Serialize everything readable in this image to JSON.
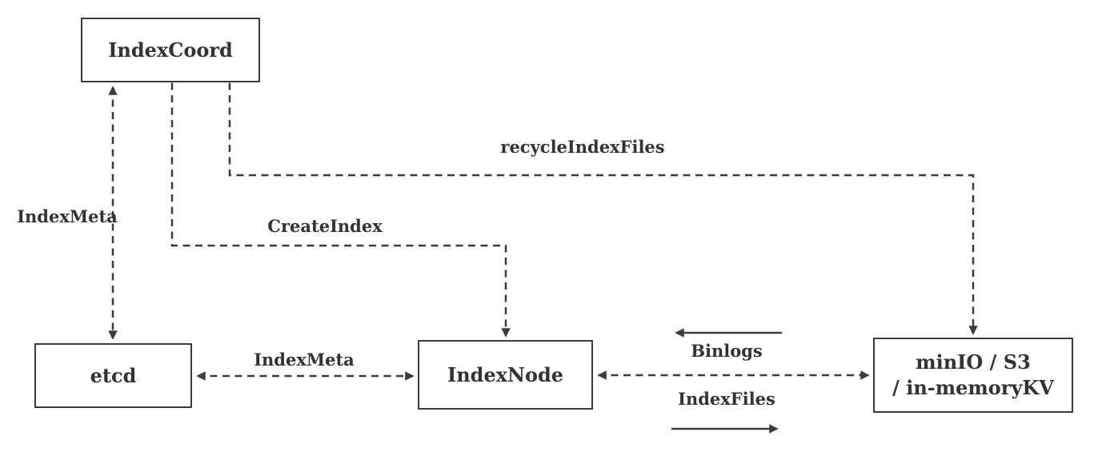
{
  "diagram": {
    "background_color": "#ffffff",
    "line_color": "#3b3b3b",
    "text_color": "#333333",
    "nodes": {
      "indexcoord": {
        "label": "IndexCoord"
      },
      "etcd": {
        "label": "etcd"
      },
      "indexnode": {
        "label": "IndexNode"
      },
      "storage": {
        "label_line1": "minIO / S3",
        "label_line2": "/ in-memoryKV"
      }
    },
    "edges": [
      {
        "from": "IndexCoord",
        "to": "etcd",
        "label": "IndexMeta",
        "style": "dashed",
        "direction": "bidirectional"
      },
      {
        "from": "IndexCoord",
        "to": "IndexNode",
        "label": "CreateIndex",
        "style": "dashed",
        "direction": "forward"
      },
      {
        "from": "IndexCoord",
        "to": "minIO / S3 / in-memoryKV",
        "label": "recycleIndexFiles",
        "style": "dashed",
        "direction": "forward"
      },
      {
        "from": "etcd",
        "to": "IndexNode",
        "label": "IndexMeta",
        "style": "dashed",
        "direction": "bidirectional"
      },
      {
        "from": "IndexNode",
        "to": "minIO / S3 / in-memoryKV",
        "label": "",
        "style": "dashed",
        "direction": "bidirectional"
      },
      {
        "from": "minIO / S3 / in-memoryKV",
        "to": "IndexNode",
        "label": "Binlogs",
        "style": "solid",
        "direction": "forward"
      },
      {
        "from": "IndexNode",
        "to": "minIO / S3 / in-memoryKV",
        "label": "IndexFiles",
        "style": "solid",
        "direction": "forward"
      }
    ]
  }
}
